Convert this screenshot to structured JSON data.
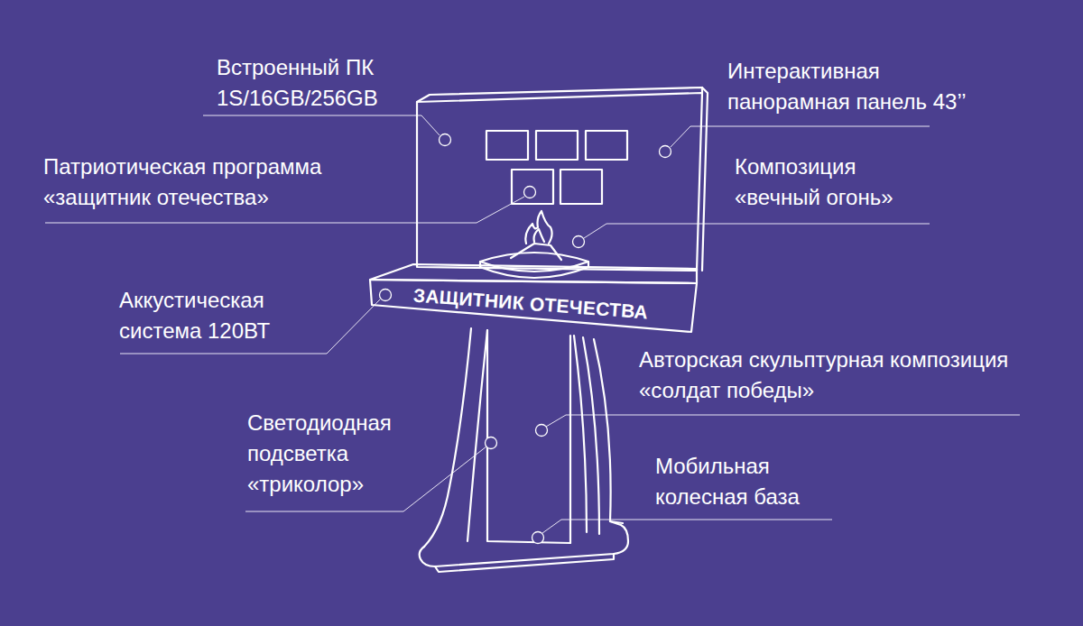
{
  "diagram": {
    "nodes": [
      {
        "text": [
          "ЗАЩИТНИК ОТЕЧЕСТВА"
        ]
      }
    ],
    "labels": [
      "Встроенный ПК 1S/16GB/256GB",
      "Интерактивная панорамная панель 43’’",
      "Патриотическая программа «защитник отечества»",
      "Композиция «вечный огонь»",
      "Аккустическая система 120ВТ",
      "Авторская скульптурная композиция «солдат победы»",
      "Светодиодная подсветка «триколор»",
      "Мобильная колесная база"
    ]
  }
}
